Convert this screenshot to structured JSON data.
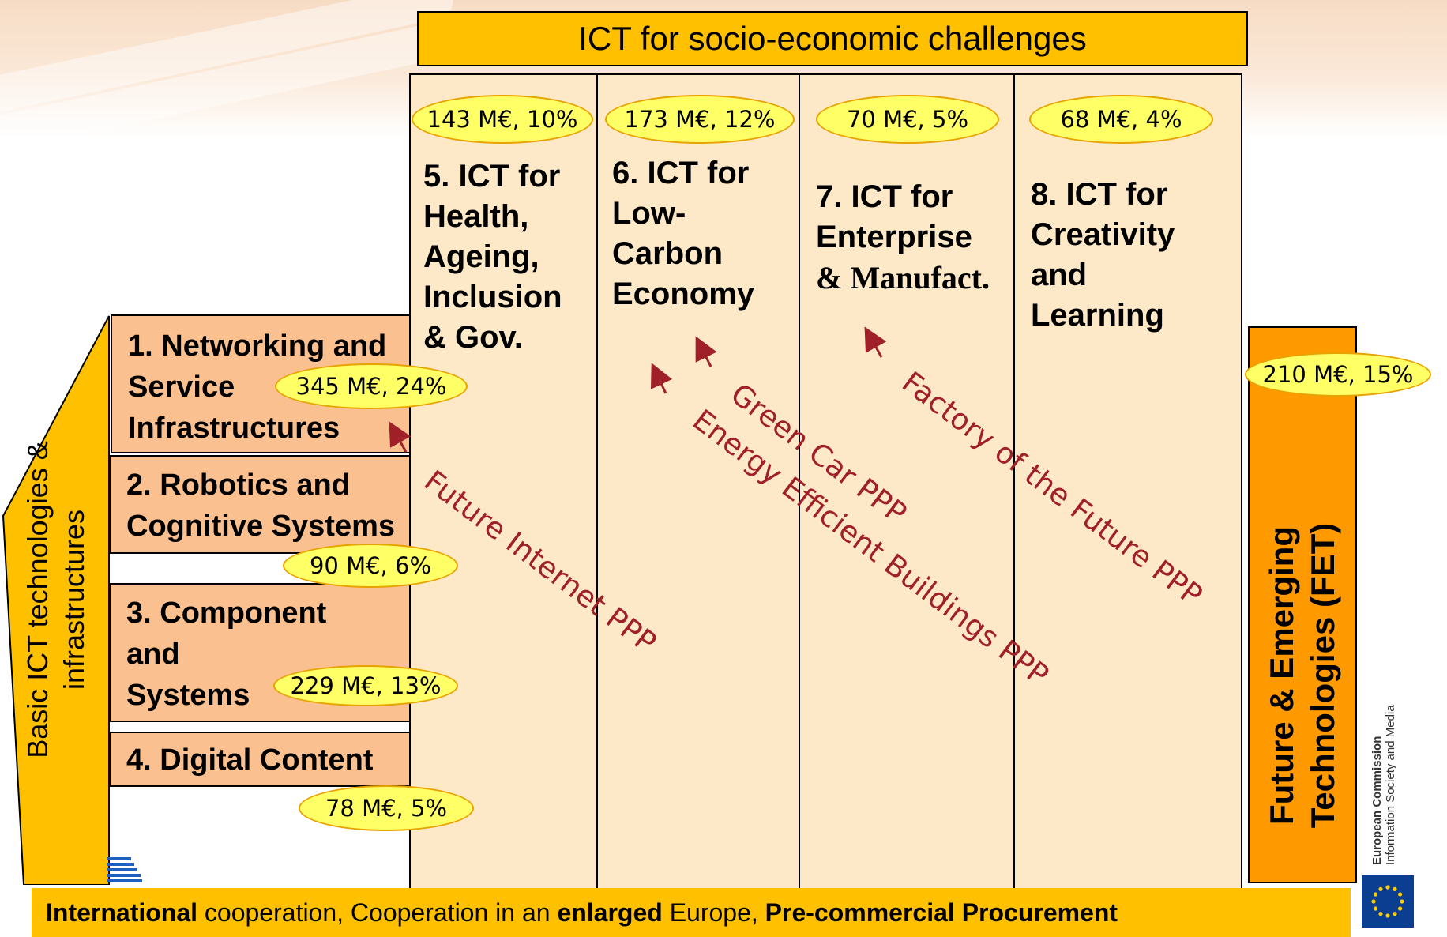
{
  "header": {
    "title": "ICT for socio-economic challenges"
  },
  "columns": [
    {
      "budget": "143 M€, 10%",
      "lines": [
        "5. ICT for",
        "Health,",
        "Ageing,",
        "Inclusion",
        "& Gov."
      ]
    },
    {
      "budget": "173 M€, 12%",
      "lines": [
        "6. ICT for",
        "Low-",
        "Carbon",
        "Economy"
      ]
    },
    {
      "budget": "70 M€, 5%",
      "lines": [
        "7. ICT for",
        "Enterprise",
        "& Manufact."
      ]
    },
    {
      "budget": "68 M€, 4%",
      "lines": [
        "8. ICT for",
        "Creativity",
        "and",
        "Learning"
      ]
    }
  ],
  "basic": {
    "lines": [
      "Basic ICT technologies &",
      "infrastructures"
    ],
    "boxes": [
      {
        "lines": [
          "1. Networking and",
          "Service",
          "Infrastructures"
        ],
        "budget": "345 M€, 24%"
      },
      {
        "lines": [
          "2. Robotics and",
          "Cognitive Systems"
        ],
        "budget": "90 M€, 6%"
      },
      {
        "lines": [
          "3. Component",
          "and",
          "Systems"
        ],
        "budget": "229 M€, 13%"
      },
      {
        "lines": [
          "4. Digital Content"
        ],
        "budget": "78 M€, 5%"
      }
    ]
  },
  "fet": {
    "lines": [
      "Future & Emerging",
      "Technologies (FET)"
    ],
    "budget": "210 M€, 15%"
  },
  "ppps": [
    {
      "label": "Future Internet PPP"
    },
    {
      "label": "Green Car PPP"
    },
    {
      "label": "Energy Efficient Buildings PPP"
    },
    {
      "label": "Factory of the Future PPP"
    }
  ],
  "footer": {
    "part1_bold": "International",
    "part2": " cooperation, Cooperation in an ",
    "part3_bold": "enlarged",
    "part4": " Europe, ",
    "part5_bold": "Pre-commercial Procurement"
  },
  "logo": {
    "line1": "European Commission",
    "line2": "Information Society and Media"
  },
  "colors": {
    "top_bar": "#ffc000",
    "column_fill": "#fde9c8",
    "box_fill": "#fac08f",
    "fet_fill": "#ff9900",
    "oval_fill": "#ffff66",
    "ppp_text": "#a0202a"
  }
}
